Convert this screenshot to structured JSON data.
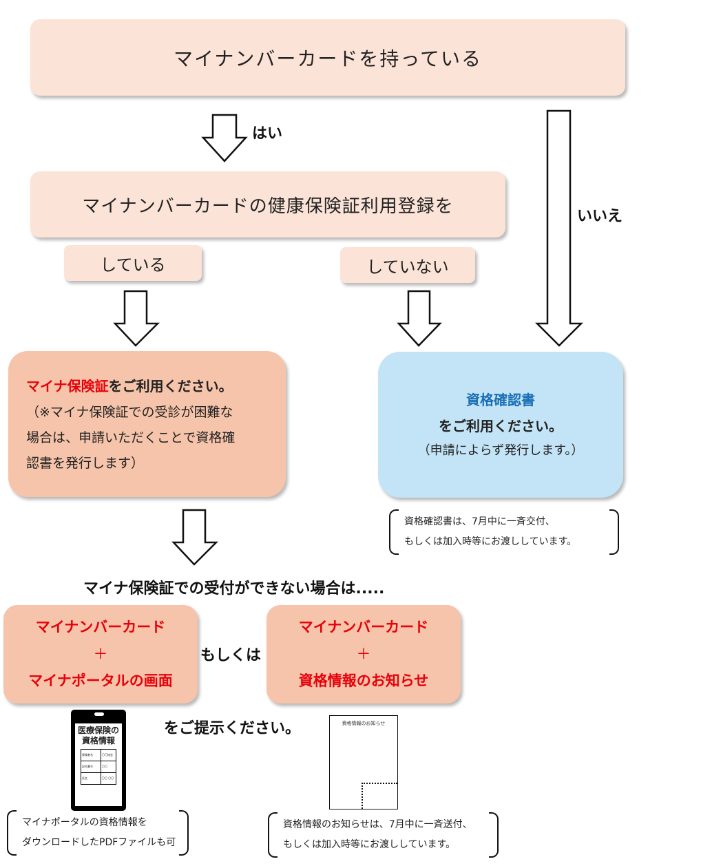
{
  "top_question": "マイナンバーカードを持っている",
  "yes_label": "はい",
  "no_label": "いいえ",
  "second_question": "マイナンバーカードの健康保険証利用登録を",
  "option_done": "している",
  "option_not_done": "していない",
  "mynahoken_box": {
    "title_red": "マイナ保険証",
    "title_rest": "をご利用ください。",
    "note_line1": "（※マイナ保険証での受診が困難な",
    "note_line2": "場合は、申請いただくことで資格確",
    "note_line3": "認書を発行します）"
  },
  "shikaku_box": {
    "title": "資格確認書",
    "line2": "をご利用ください。",
    "line3": "（申請によらず発行します。）"
  },
  "shikaku_note": {
    "line1": "資格確認書は、7月中に一斉交付、",
    "line2": "もしくは加入時等にお渡ししています。"
  },
  "cannot_accept": "マイナ保険証での受付ができない場合は.....",
  "option_a": {
    "line1": "マイナンバーカード",
    "plus": "＋",
    "line3": "マイナポータルの画面"
  },
  "or_label": "もしくは",
  "option_b": {
    "line1": "マイナンバーカード",
    "plus": "＋",
    "line3": "資格情報のお知らせ"
  },
  "present_label": "をご提示ください。",
  "phone": {
    "title_line1": "医療保険の",
    "title_line2": "資格情報",
    "rows": [
      [
        "保険者名",
        "〇〇協会"
      ],
      [
        "記号番号",
        "〇〇"
      ],
      [
        "氏名",
        "〇〇 〇〇"
      ]
    ]
  },
  "notice_doc_title": "資格情報のお知らせ",
  "portal_note": {
    "line1": "マイナポータルの資格情報を",
    "line2": "ダウンロードしたPDFファイルも可"
  },
  "notice_note": {
    "line1": "資格情報のお知らせは、7月中に一斉送付、",
    "line2": "もしくは加入時等にお渡ししています。"
  },
  "colors": {
    "red": "#e8000a",
    "blue_text": "#1a6fb5",
    "pink_box": "#fbe3d7",
    "salmon_box": "#f6c4aa",
    "blue_box": "#c3e4f6"
  }
}
